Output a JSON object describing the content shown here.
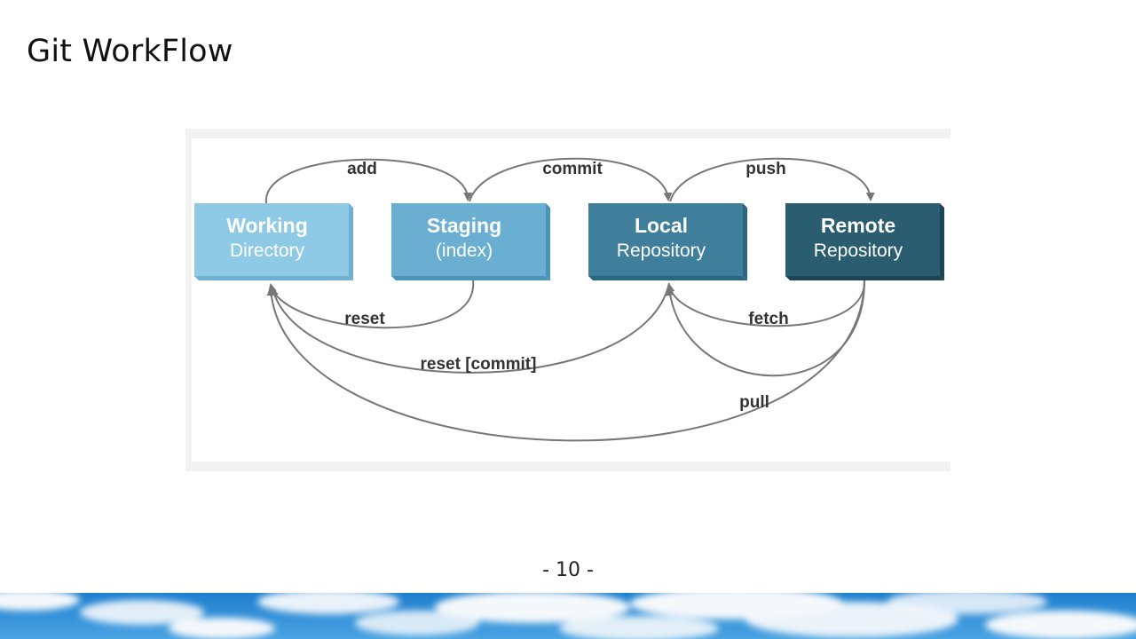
{
  "slide": {
    "title": "Git WorkFlow",
    "page_number": "- 10 -"
  },
  "diagram": {
    "boxes": [
      {
        "id": "working",
        "title": "Working",
        "subtitle": "Directory",
        "color": "#8ecae6",
        "side": "#6fb0d0"
      },
      {
        "id": "staging",
        "title": "Staging",
        "subtitle": "(index)",
        "color": "#6aafd1",
        "side": "#4d93b7"
      },
      {
        "id": "local",
        "title": "Local",
        "subtitle": "Repository",
        "color": "#3f7f9c",
        "side": "#2d6680"
      },
      {
        "id": "remote",
        "title": "Remote",
        "subtitle": "Repository",
        "color": "#2b5d70",
        "side": "#1c4556"
      }
    ],
    "arrow_labels": {
      "add": "add",
      "commit": "commit",
      "push": "push",
      "reset": "reset",
      "fetch": "fetch",
      "reset_commit": "reset [commit]",
      "pull": "pull"
    },
    "arrow_color": "#777777",
    "label_color": "#333333"
  },
  "footer": {
    "sky_color": "#2f8fd6",
    "cloud_color": "#f4f8fb"
  }
}
